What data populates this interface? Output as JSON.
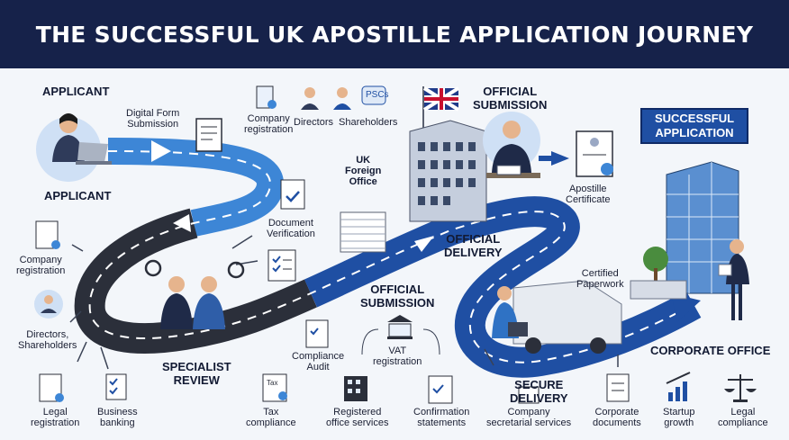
{
  "title": "THE SUCCESSFUL UK APOSTILLE APPLICATION JOURNEY",
  "labels": {
    "applicant_top": "APPLICANT",
    "applicant_bottom": "APPLICANT",
    "digital_form": [
      "Digital Form",
      "Submission"
    ],
    "company_reg_top": [
      "Company",
      "registration"
    ],
    "directors": "Directors",
    "shareholders": "Shareholders",
    "pscs": "PSCs",
    "official_submission_top": [
      "OFFICIAL",
      "SUBMISSION"
    ],
    "successful_application": [
      "SUCCESSFUL",
      "APPLICATION"
    ],
    "apostille_certificate": [
      "Apostille",
      "Certificate"
    ],
    "uk_foreign_office": [
      "UK",
      "Foreign",
      "Office"
    ],
    "document_verification": [
      "Document",
      "Verification"
    ],
    "official_delivery": [
      "OFFICIAL",
      "DELIVERY"
    ],
    "company_reg_left": [
      "Company",
      "registration"
    ],
    "directors_shareholders": [
      "Directors,",
      "Shareholders"
    ],
    "certified_paperwork": [
      "Certified",
      "Paperwork"
    ],
    "official_submission_mid": [
      "OFFICIAL",
      "SUBMISSION"
    ],
    "specialist_review": [
      "SPECIALIST",
      "REVIEW"
    ],
    "compliance_audit": [
      "Compliance",
      "Audit"
    ],
    "vat_registration": [
      "VAT",
      "registration"
    ],
    "corporate_office": "CORPORATE OFFICE",
    "secure_delivery": [
      "SECURE",
      "DELIVERY"
    ],
    "legal_registration": [
      "Legal",
      "registration"
    ],
    "business_banking": [
      "Business",
      "banking"
    ],
    "tax_compliance": [
      "Tax",
      "compliance"
    ],
    "registered_office": [
      "Registered",
      "office services"
    ],
    "confirmation_statements": [
      "Confirmation",
      "statements"
    ],
    "company_secretarial": [
      "Company",
      "secretarial services"
    ],
    "corporate_documents": [
      "Corporate",
      "documents"
    ],
    "startup_growth": [
      "Startup",
      "growth"
    ],
    "legal_compliance": [
      "Legal",
      "compliance"
    ]
  },
  "icon_text": {
    "tax": "Tax"
  },
  "colors": {
    "header_bg": "#16224a",
    "road_dark": "#2b2f3a",
    "road_blue": "#1f4fa3",
    "road_light": "#3d86d6",
    "badge_bg": "#1f4fa3"
  }
}
